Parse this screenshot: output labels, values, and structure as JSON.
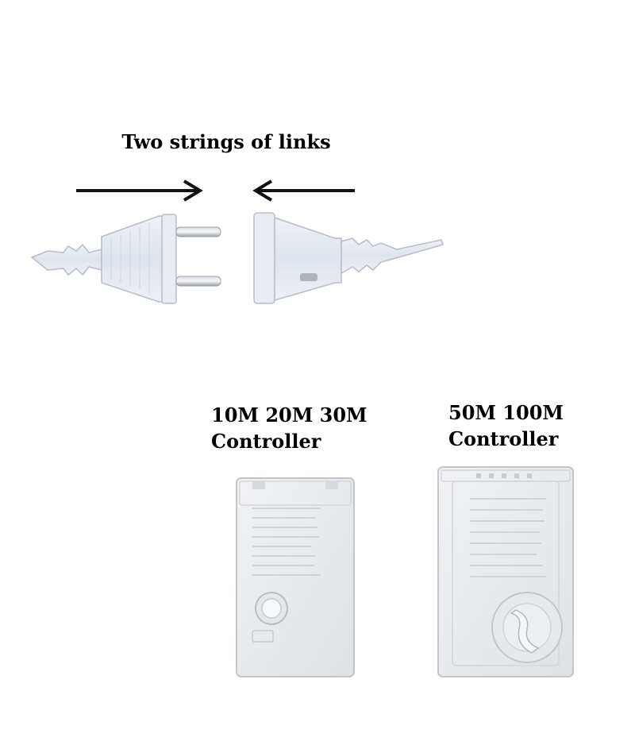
{
  "heading": "Two strings of links",
  "controllers": [
    {
      "line1": "10M 20M 30M",
      "line2": "Controller"
    },
    {
      "line1": "50M 100M",
      "line2": "Controller"
    }
  ],
  "colors": {
    "plug_body": "#e6eaf0",
    "plug_outline": "#b7bcc6",
    "controller_body": "#eaecef",
    "controller_outline": "#c2c5ca",
    "text": "#000000"
  }
}
